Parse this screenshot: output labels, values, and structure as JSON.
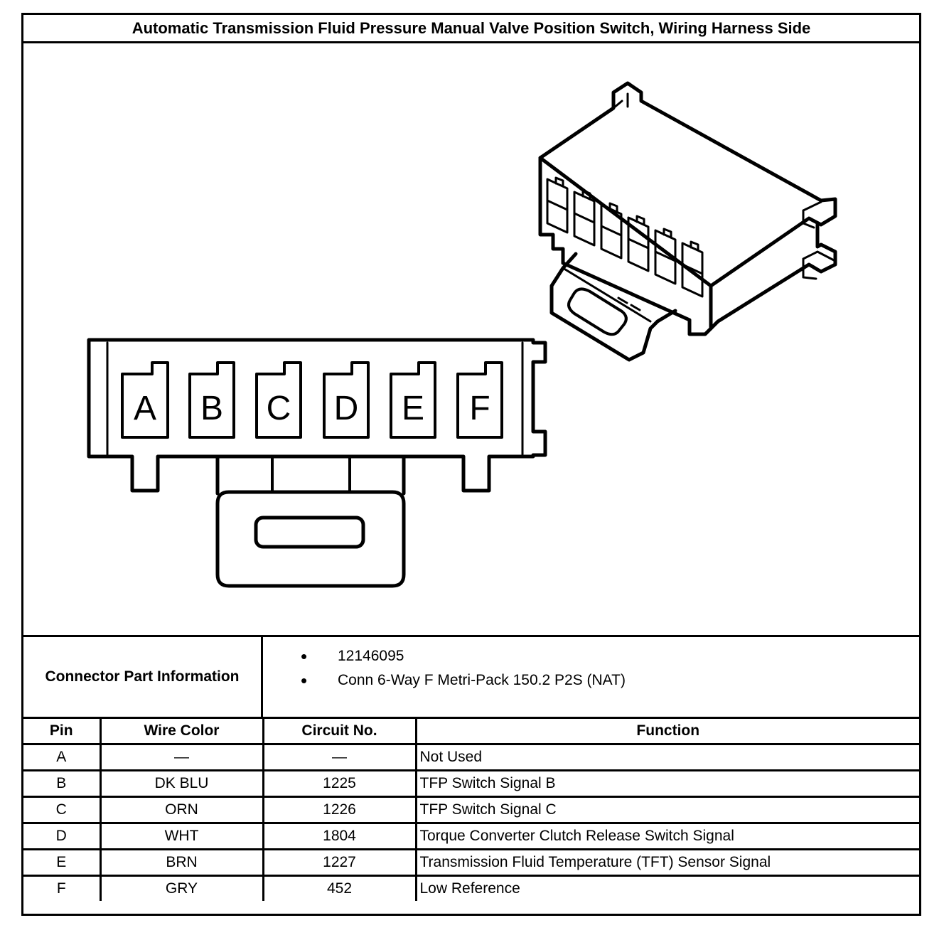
{
  "title": "Automatic Transmission Fluid Pressure Manual Valve Position Switch, Wiring Harness Side",
  "connector_diagram": {
    "cavity_labels": [
      "A",
      "B",
      "C",
      "D",
      "E",
      "F"
    ]
  },
  "connector_part_information": {
    "label": "Connector Part Information",
    "items": [
      "12146095",
      "Conn 6-Way F Metri-Pack 150.2 P2S (NAT)"
    ]
  },
  "pin_table": {
    "headers": [
      "Pin",
      "Wire Color",
      "Circuit No.",
      "Function"
    ],
    "rows": [
      [
        "A",
        "—",
        "—",
        "Not Used"
      ],
      [
        "B",
        "DK BLU",
        "1225",
        "TFP Switch Signal B"
      ],
      [
        "C",
        "ORN",
        "1226",
        "TFP Switch Signal C"
      ],
      [
        "D",
        "WHT",
        "1804",
        "Torque Converter Clutch Release Switch Signal"
      ],
      [
        "E",
        "BRN",
        "1227",
        "Transmission Fluid Temperature (TFT) Sensor Signal"
      ],
      [
        "F",
        "GRY",
        "452",
        "Low Reference"
      ]
    ]
  }
}
